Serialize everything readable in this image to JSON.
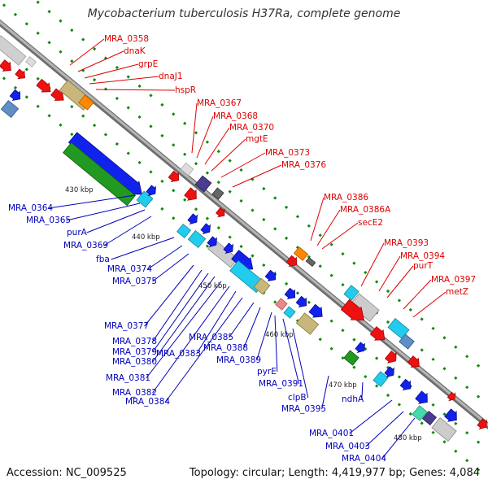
{
  "title": "Mycobacterium tuberculosis H37Ra, complete genome",
  "accession": "Accession: NC_009525",
  "summary": "Topology: circular; Length: 4,419,977 bp; Genes: 4,084",
  "colors": {
    "forward_label": "#dd0000",
    "reverse_label": "#0000bb",
    "backbone": "#909090",
    "tick": "#118811"
  },
  "kbp_marks": [
    "430 kbp",
    "440 kbp",
    "450 kbp",
    "460 kbp",
    "470 kbp",
    "480 kbp"
  ],
  "forward_labels": [
    "MRA_0358",
    "dnaK",
    "grpE",
    "dnaJ1",
    "hspR",
    "MRA_0367",
    "MRA_0368",
    "MRA_0370",
    "mgtE",
    "MRA_0373",
    "MRA_0376",
    "MRA_0386",
    "MRA_0386A",
    "secE2",
    "MRA_0393",
    "MRA_0394",
    "purT",
    "MRA_0397",
    "metZ"
  ],
  "reverse_labels": [
    "MRA_0364",
    "MRA_0365",
    "purA",
    "MRA_0369",
    "fba",
    "MRA_0374",
    "MRA_0375",
    "MRA_0377",
    "MRA_0378",
    "MRA_0379",
    "MRA_0380",
    "MRA_0381",
    "MRA_0382",
    "MRA_0383",
    "MRA_0384",
    "MRA_0385",
    "MRA_0388",
    "MRA_0389",
    "pyrE",
    "MRA_0391",
    "clpB",
    "MRA_0395",
    "ndhA",
    "MRA_0401",
    "MRA_0403",
    "MRA_0404"
  ]
}
